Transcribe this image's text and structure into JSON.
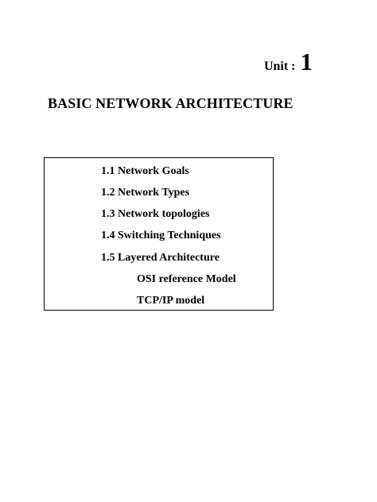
{
  "unit": {
    "label": "Unit :",
    "number": "1"
  },
  "title": "BASIC NETWORK ARCHITECTURE",
  "contents": [
    {
      "text": "1.1 Network Goals",
      "level": 1
    },
    {
      "text": "1.2 Network Types",
      "level": 1
    },
    {
      "text": "1.3 Network topologies",
      "level": 1
    },
    {
      "text": "1.4 Switching Techniques",
      "level": 1
    },
    {
      "text": "1.5 Layered Architecture",
      "level": 1
    },
    {
      "text": "OSI reference Model",
      "level": 2
    },
    {
      "text": "TCP/IP model",
      "level": 2
    }
  ]
}
